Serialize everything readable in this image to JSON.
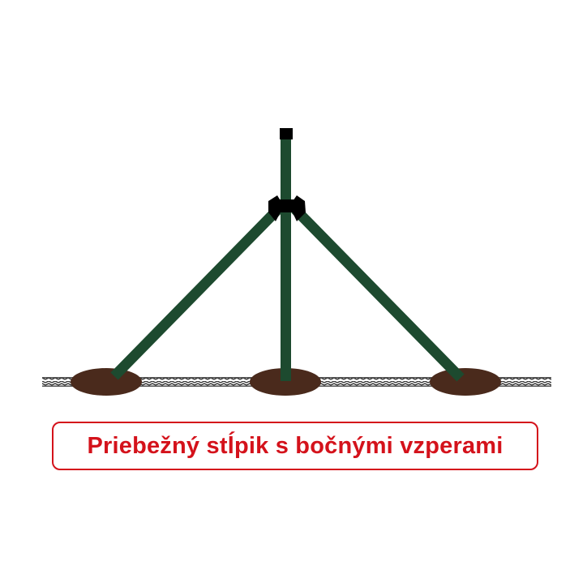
{
  "caption": {
    "text": "Priebežný stĺpik s bočnými vzperami"
  },
  "colors": {
    "post": "#1d4a2f",
    "post_cap": "#000000",
    "brace_clamp": "#000000",
    "concrete_footing": "#4a2a1c",
    "ground_rope": "#3a3a3a",
    "caption": "#d4121b",
    "background": "#ffffff"
  },
  "parts": {
    "center_post": "post",
    "left_brace": "brace",
    "right_brace": "brace",
    "post_cap": "cap",
    "brace_clamp": "clamp",
    "footings": 3
  }
}
